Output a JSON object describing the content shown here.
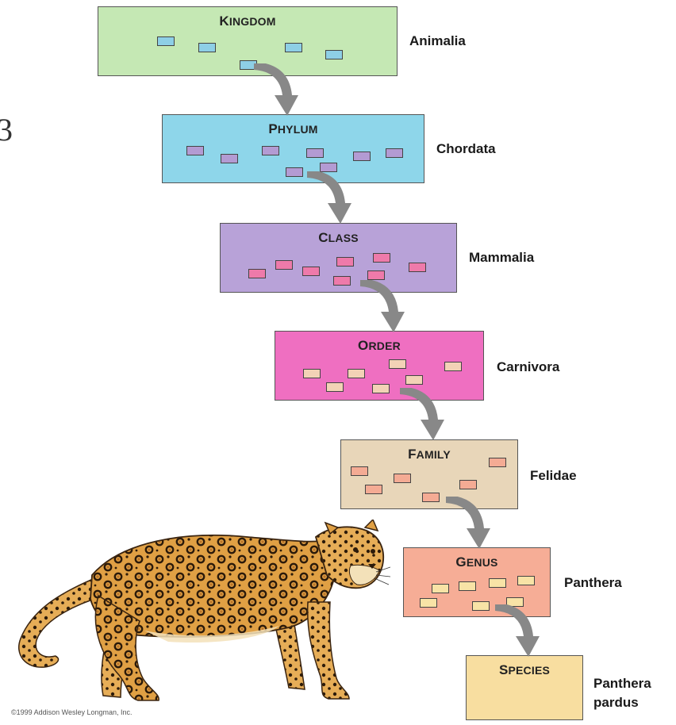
{
  "ranks": [
    {
      "rank": "Kingdom",
      "taxon": "Animalia",
      "box_color": "#c5e8b4",
      "chip_color": "#8ecfe6"
    },
    {
      "rank": "Phylum",
      "taxon": "Chordata",
      "box_color": "#8ed6ea",
      "chip_color": "#b39bd3"
    },
    {
      "rank": "Class",
      "taxon": "Mammalia",
      "box_color": "#b8a2d8",
      "chip_color": "#ee7aaa"
    },
    {
      "rank": "Order",
      "taxon": "Carnivora",
      "box_color": "#ef6fc1",
      "chip_color": "#f3d2b6"
    },
    {
      "rank": "Family",
      "taxon": "Felidae",
      "box_color": "#e8d6b9",
      "chip_color": "#f4ab94"
    },
    {
      "rank": "Genus",
      "taxon": "Panthera",
      "box_color": "#f6ad96",
      "chip_color": "#f8e3a6"
    },
    {
      "rank": "Species",
      "taxon_lines": [
        "Panthera",
        "pardus"
      ],
      "box_color": "#f8dea0"
    }
  ],
  "copyright": "©1999 Addison Wesley Longman, Inc.",
  "edge_mark": "3",
  "arrow_color": "#888888",
  "illustration": "leopard"
}
